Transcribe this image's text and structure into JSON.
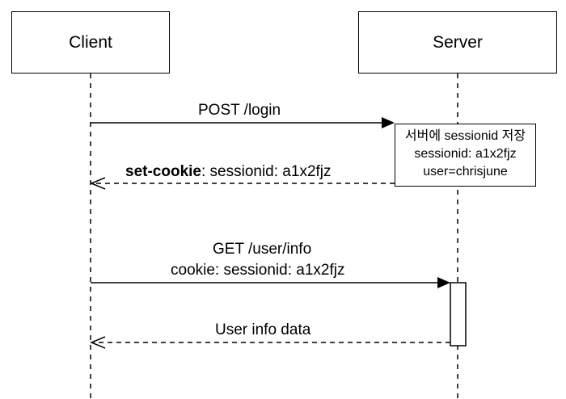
{
  "actors": {
    "client": "Client",
    "server": "Server"
  },
  "messages": {
    "login_request": "POST /login",
    "set_cookie_key": "set-cookie",
    "set_cookie_value": ": sessionid: a1x2fjz",
    "get_request": "GET /user/info",
    "cookie_header": "cookie: sessionid: a1x2fjz",
    "user_info_response": "User info data"
  },
  "note": {
    "line1": "서버에 sessionid 저장",
    "line2": "sessionid: a1x2fjz",
    "line3": "user=chrisjune"
  }
}
